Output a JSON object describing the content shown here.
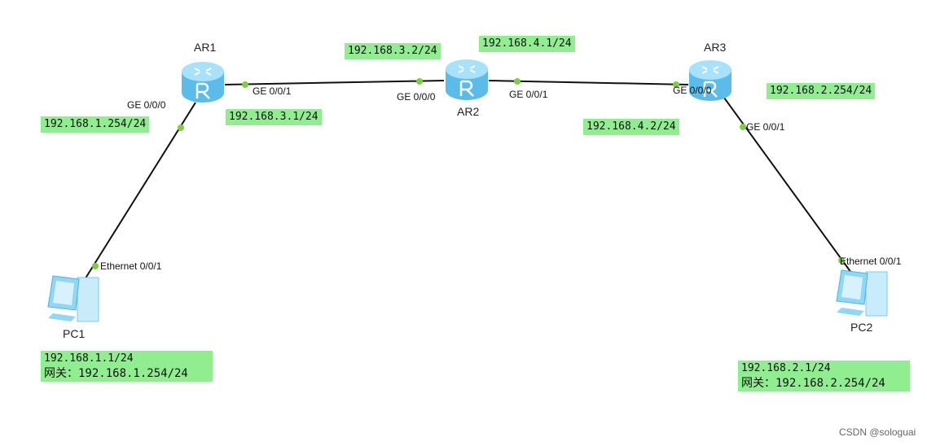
{
  "devices": {
    "ar1": {
      "name": "AR1"
    },
    "ar2": {
      "name": "AR2"
    },
    "ar3": {
      "name": "AR3"
    },
    "pc1": {
      "name": "PC1"
    },
    "pc2": {
      "name": "PC2"
    }
  },
  "ports": {
    "ar1_g000": "GE 0/0/0",
    "ar1_g001": "GE 0/0/1",
    "ar2_g000": "GE 0/0/0",
    "ar2_g001": "GE 0/0/1",
    "ar3_g000": "GE 0/0/0",
    "ar3_g001": "GE 0/0/1",
    "pc1_eth": "Ethernet 0/0/1",
    "pc2_eth": "Ethernet 0/0/1"
  },
  "ips": {
    "ar1_g000": "192.168.1.254/24",
    "ar1_g001": "192.168.3.1/24",
    "ar2_g000": "192.168.3.2/24",
    "ar2_g001": "192.168.4.1/24",
    "ar3_g000": "192.168.4.2/24",
    "ar3_g001": "192.168.2.254/24",
    "pc1_ip": "192.168.1.1/24",
    "pc1_gw": "网关：192.168.1.254/24",
    "pc2_ip": "192.168.2.1/24",
    "pc2_gw": "网关：192.168.2.254/24"
  },
  "colors": {
    "label_bg": "#90ee90",
    "port_dot": "#7ccf3a",
    "router": "#6fc8f2"
  },
  "watermark": "CSDN @sologuai"
}
